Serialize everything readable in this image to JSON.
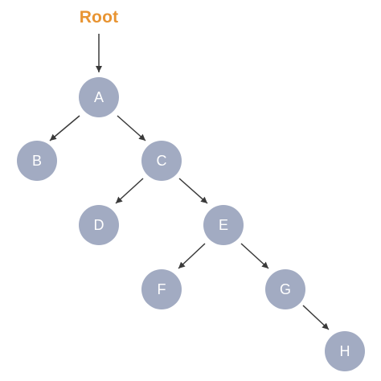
{
  "root_label": "Root",
  "colors": {
    "root_label": "#e89432",
    "node_fill": "#a2abc2",
    "node_text": "#ffffff",
    "edge": "#3a3a3a"
  },
  "nodes": [
    {
      "id": "A",
      "label": "A"
    },
    {
      "id": "B",
      "label": "B"
    },
    {
      "id": "C",
      "label": "C"
    },
    {
      "id": "D",
      "label": "D"
    },
    {
      "id": "E",
      "label": "E"
    },
    {
      "id": "F",
      "label": "F"
    },
    {
      "id": "G",
      "label": "G"
    },
    {
      "id": "H",
      "label": "H"
    }
  ],
  "edges": [
    {
      "from": "Root",
      "to": "A"
    },
    {
      "from": "A",
      "to": "B"
    },
    {
      "from": "A",
      "to": "C"
    },
    {
      "from": "C",
      "to": "D"
    },
    {
      "from": "C",
      "to": "E"
    },
    {
      "from": "E",
      "to": "F"
    },
    {
      "from": "E",
      "to": "G"
    },
    {
      "from": "G",
      "to": "H"
    }
  ]
}
